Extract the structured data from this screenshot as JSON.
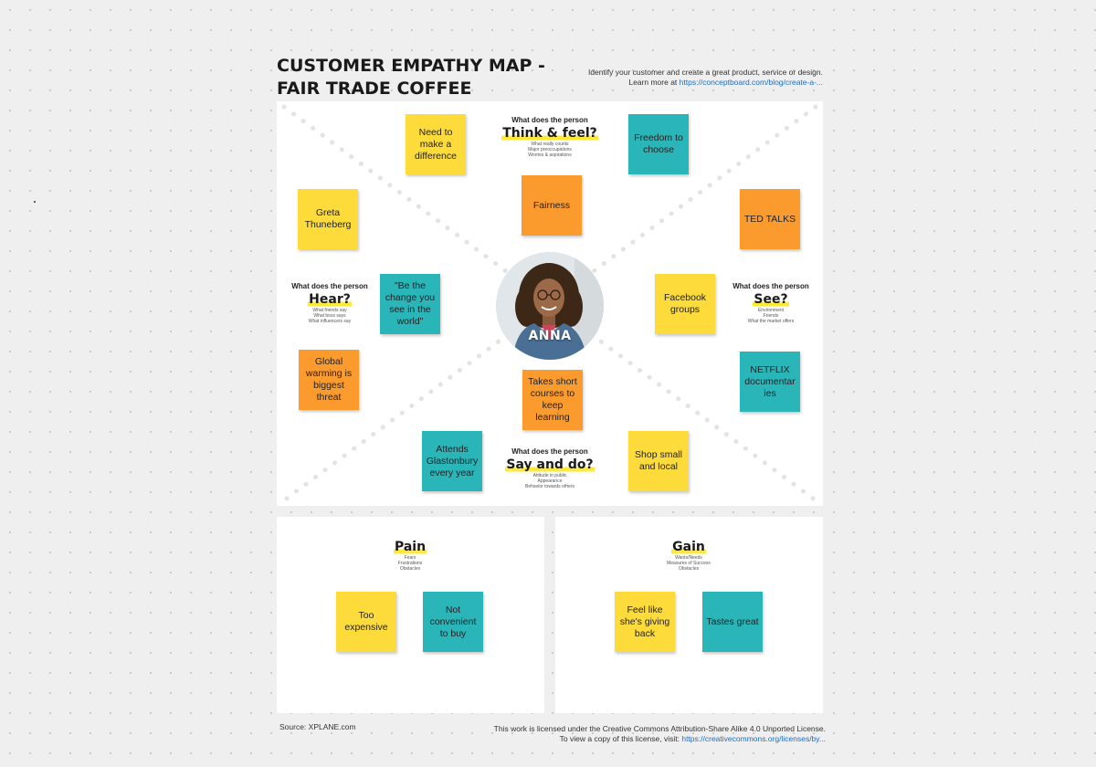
{
  "board": {
    "title_line1": "CUSTOMER EMPATHY MAP -",
    "title_line2": "FAIR TRADE COFFEE",
    "intro_line1": "Identify your customer and create a great product, service or design.",
    "intro_line2_prefix": "Learn more at ",
    "intro_link": "https://conceptboard.com/blog/create-a-..."
  },
  "persona": {
    "name": "ANNA"
  },
  "quadrants": {
    "think_feel": {
      "pre": "What does the person",
      "main": "Think & feel?",
      "subs": [
        "What really counts",
        "Major preoccupations",
        "Worries & aspirations"
      ]
    },
    "hear": {
      "pre": "What does the person",
      "main": "Hear?",
      "subs": [
        "What friends say",
        "What boss says",
        "What influencers say"
      ]
    },
    "see": {
      "pre": "What does the person",
      "main": "See?",
      "subs": [
        "Environment",
        "Friends",
        "What the market offers"
      ]
    },
    "say_do": {
      "pre": "What does the person",
      "main": "Say and do?",
      "subs": [
        "Attitude in public",
        "Appearance",
        "Behavior towards others"
      ]
    }
  },
  "stickies": {
    "need_difference": "Need to make a difference",
    "freedom": "Freedom to choose",
    "fairness": "Fairness",
    "greta": "Greta Thuneberg",
    "ted": "TED TALKS",
    "be_change": "\"Be the change you see in the world\"",
    "facebook": "Facebook groups",
    "global_warming": "Global warming is biggest threat",
    "netflix": "NETFLIX documentar ies",
    "short_courses": "Takes short courses to keep learning",
    "glastonbury": "Attends Glastonbury every year",
    "shop_local": "Shop small and local"
  },
  "pain": {
    "title": "Pain",
    "subs": [
      "Fears",
      "Frustrations",
      "Obstacles"
    ],
    "notes": [
      "Too expensive",
      "Not convenient to buy"
    ]
  },
  "gain": {
    "title": "Gain",
    "subs": [
      "Wants/Needs",
      "Measures of Success",
      "Obstacles"
    ],
    "notes": [
      "Feel like she's giving back",
      "Tastes great"
    ]
  },
  "footer": {
    "source": "Source: XPLANE.com",
    "license_line1": "This work is licensed under the Creative Commons Attribution-Share Alike 4.0 Unported License.",
    "license_line2_prefix": "To view a copy of this license, visit: ",
    "license_link": "https://creativecommons.org/licenses/by..."
  },
  "colors": {
    "sticky_yellow": "#fddb3a",
    "sticky_orange": "#fb9b2d",
    "sticky_teal": "#2ab5b9",
    "highlight": "#fde93a",
    "link": "#1a6fc4",
    "canvas": "#efefef"
  }
}
